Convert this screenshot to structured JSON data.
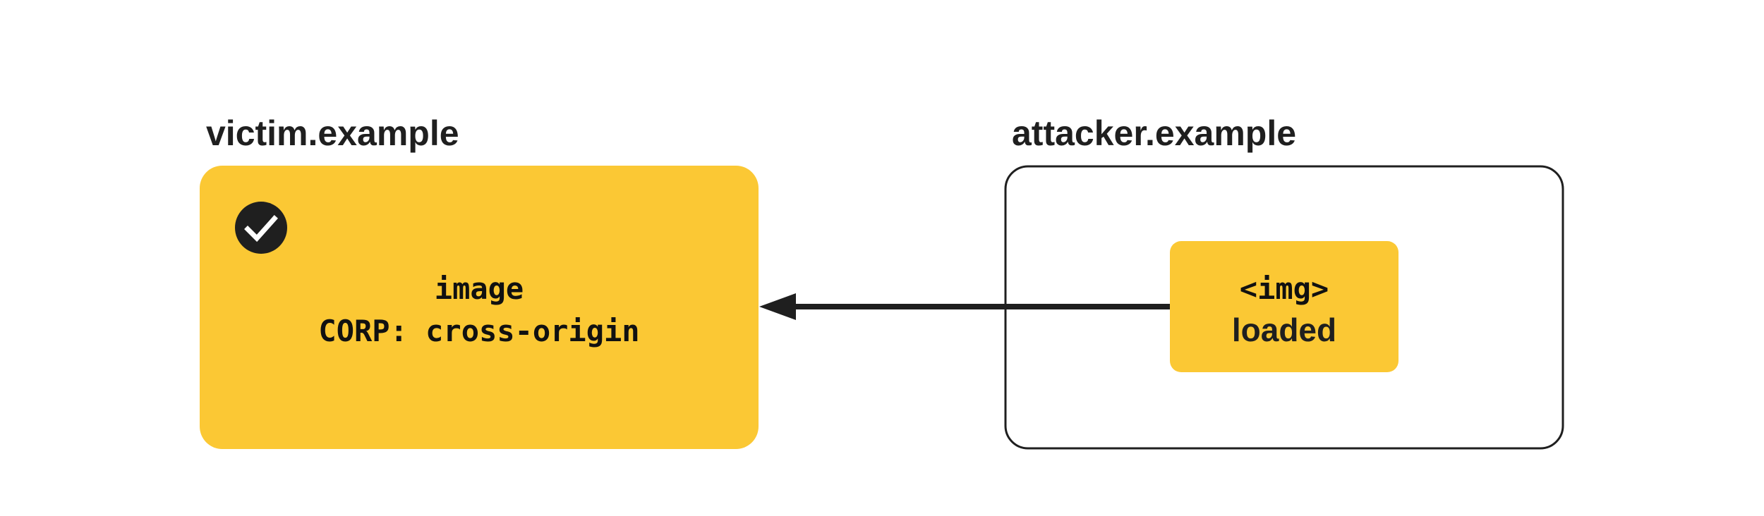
{
  "colors": {
    "accent": "#FBC834",
    "ink": "#1f1f1f",
    "background": "#ffffff"
  },
  "victim": {
    "label": "victim.example",
    "status_icon": "check-circle-icon",
    "resource_line1": "image",
    "resource_line2": "CORP: cross-origin"
  },
  "attacker": {
    "label": "attacker.example",
    "element_line1": "<img>",
    "element_line2": "loaded"
  },
  "connector": {
    "direction": "attacker-to-victim",
    "icon": "arrow-left-icon"
  }
}
